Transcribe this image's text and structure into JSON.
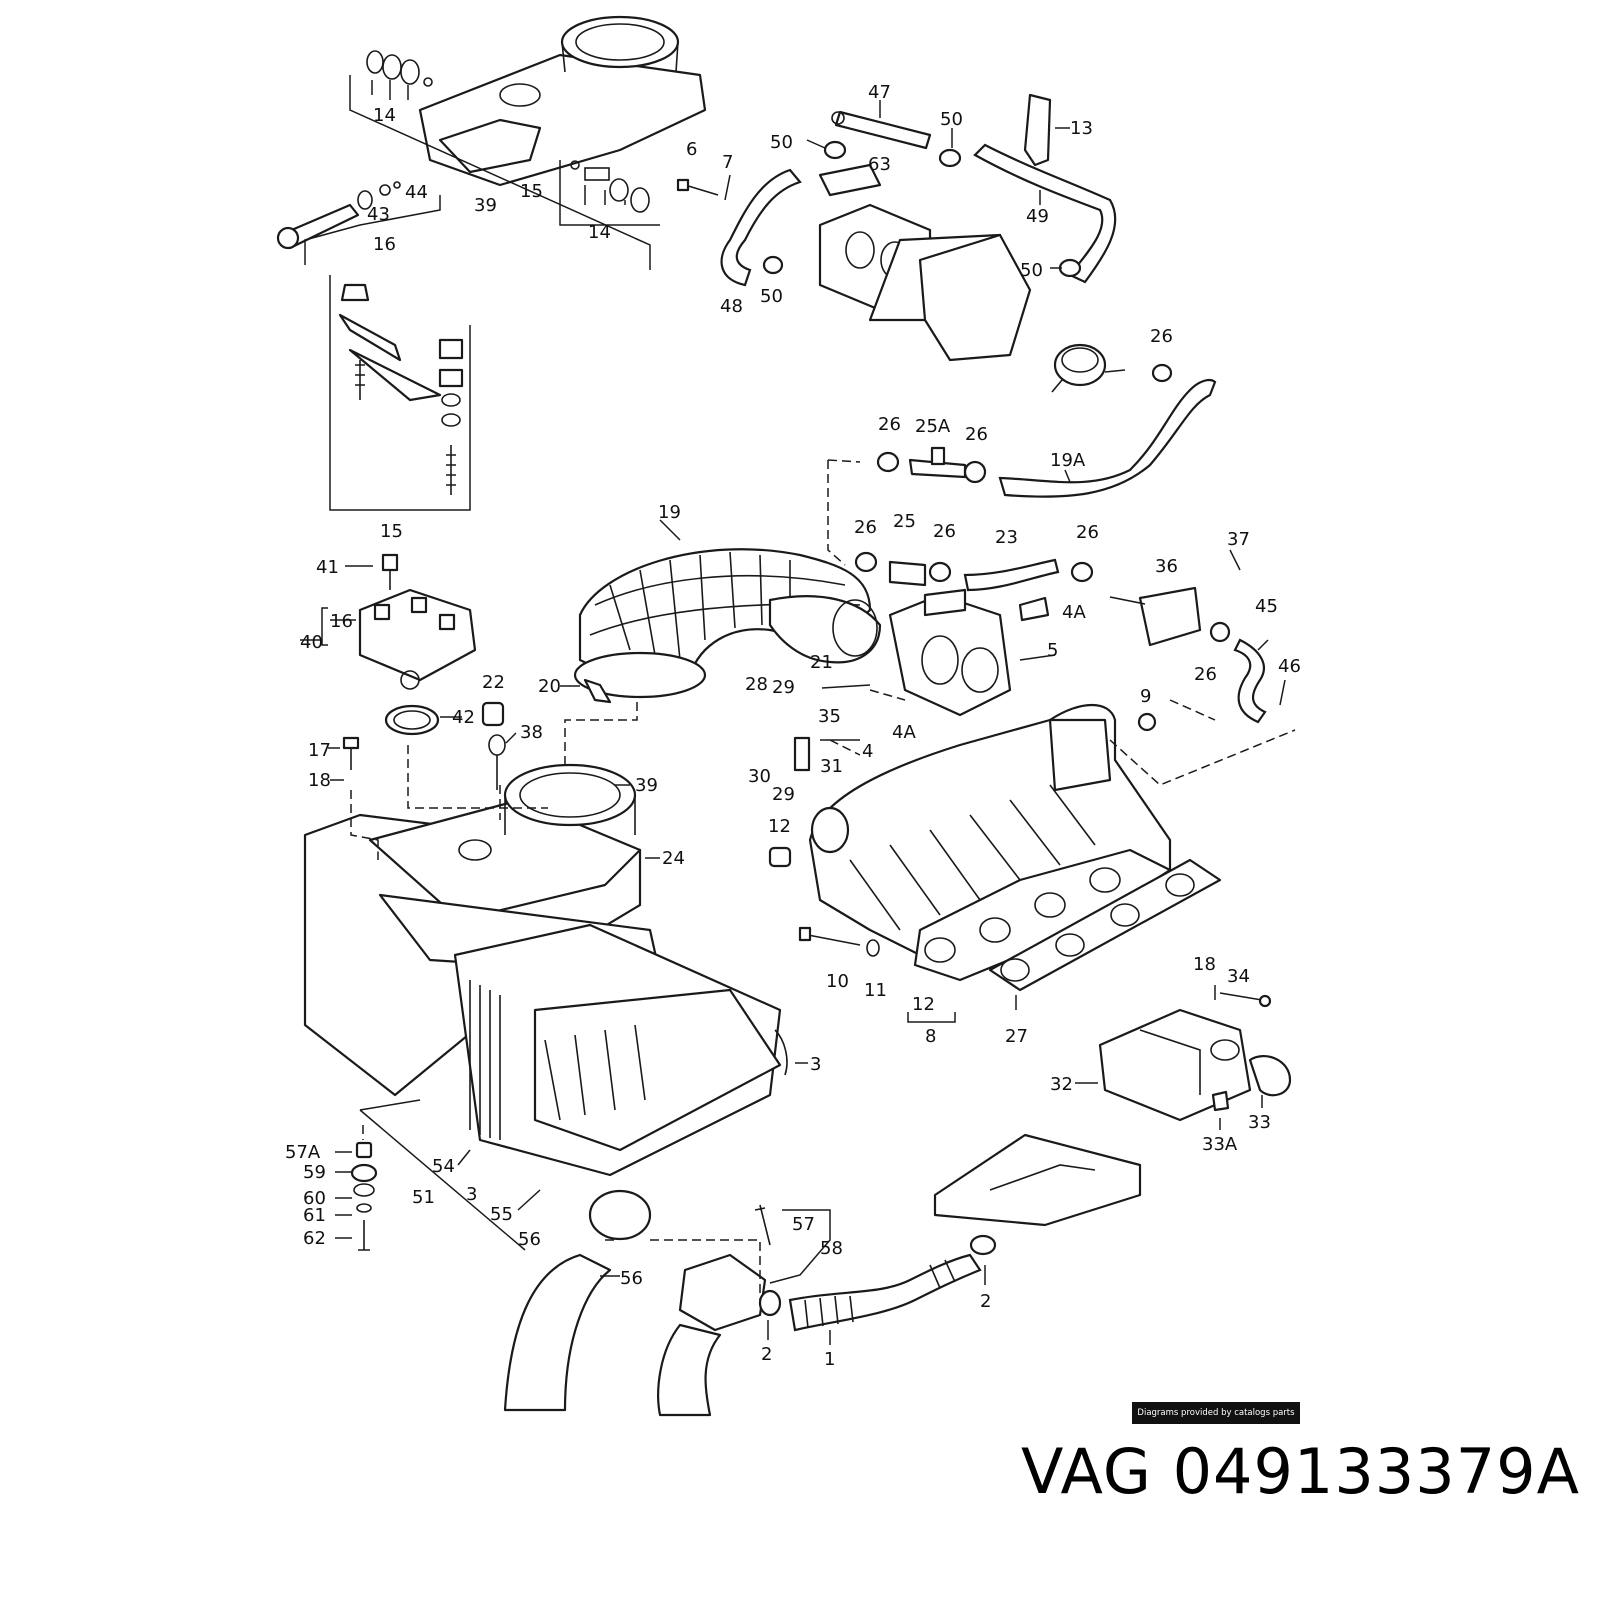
{
  "callouts": [
    {
      "id": "c14a",
      "text": "14"
    },
    {
      "id": "c39a",
      "text": "39"
    },
    {
      "id": "c15a",
      "text": "15"
    },
    {
      "id": "c14b",
      "text": "14"
    },
    {
      "id": "c44",
      "text": "44"
    },
    {
      "id": "c43",
      "text": "43"
    },
    {
      "id": "c16a",
      "text": "16"
    },
    {
      "id": "c15b",
      "text": "15"
    },
    {
      "id": "c41",
      "text": "41"
    },
    {
      "id": "c16b",
      "text": "16"
    },
    {
      "id": "c40",
      "text": "40"
    },
    {
      "id": "c42",
      "text": "42"
    },
    {
      "id": "c22",
      "text": "22"
    },
    {
      "id": "c38",
      "text": "38"
    },
    {
      "id": "c17",
      "text": "17"
    },
    {
      "id": "c18a",
      "text": "18"
    },
    {
      "id": "c39b",
      "text": "39"
    },
    {
      "id": "c24",
      "text": "24"
    },
    {
      "id": "c20",
      "text": "20"
    },
    {
      "id": "c19",
      "text": "19"
    },
    {
      "id": "c21",
      "text": "21"
    },
    {
      "id": "c47",
      "text": "47"
    },
    {
      "id": "c50a",
      "text": "50"
    },
    {
      "id": "c50b",
      "text": "50"
    },
    {
      "id": "c6",
      "text": "6"
    },
    {
      "id": "c7",
      "text": "7"
    },
    {
      "id": "c63",
      "text": "63"
    },
    {
      "id": "c13",
      "text": "13"
    },
    {
      "id": "c49",
      "text": "49"
    },
    {
      "id": "c50c",
      "text": "50"
    },
    {
      "id": "c48",
      "text": "48"
    },
    {
      "id": "c50d",
      "text": "50"
    },
    {
      "id": "c26a",
      "text": "26"
    },
    {
      "id": "c26b",
      "text": "26"
    },
    {
      "id": "c25A",
      "text": "25A"
    },
    {
      "id": "c26c",
      "text": "26"
    },
    {
      "id": "c19A",
      "text": "19A"
    },
    {
      "id": "c26d",
      "text": "26"
    },
    {
      "id": "c25",
      "text": "25"
    },
    {
      "id": "c26e",
      "text": "26"
    },
    {
      "id": "c23",
      "text": "23"
    },
    {
      "id": "c26f",
      "text": "26"
    },
    {
      "id": "c37",
      "text": "37"
    },
    {
      "id": "c36",
      "text": "36"
    },
    {
      "id": "c45",
      "text": "45"
    },
    {
      "id": "c4Aa",
      "text": "4A"
    },
    {
      "id": "c5",
      "text": "5"
    },
    {
      "id": "c26g",
      "text": "26"
    },
    {
      "id": "c46",
      "text": "46"
    },
    {
      "id": "c28",
      "text": "28"
    },
    {
      "id": "c29a",
      "text": "29"
    },
    {
      "id": "c35",
      "text": "35"
    },
    {
      "id": "c4Ab",
      "text": "4A"
    },
    {
      "id": "c4",
      "text": "4"
    },
    {
      "id": "c9",
      "text": "9"
    },
    {
      "id": "c30",
      "text": "30"
    },
    {
      "id": "c31",
      "text": "31"
    },
    {
      "id": "c29b",
      "text": "29"
    },
    {
      "id": "c12a",
      "text": "12"
    },
    {
      "id": "c10",
      "text": "10"
    },
    {
      "id": "c11",
      "text": "11"
    },
    {
      "id": "c12b",
      "text": "12"
    },
    {
      "id": "c8",
      "text": "8"
    },
    {
      "id": "c27",
      "text": "27"
    },
    {
      "id": "c18b",
      "text": "18"
    },
    {
      "id": "c34",
      "text": "34"
    },
    {
      "id": "c3a",
      "text": "3"
    },
    {
      "id": "c32",
      "text": "32"
    },
    {
      "id": "c33",
      "text": "33"
    },
    {
      "id": "c33A",
      "text": "33A"
    },
    {
      "id": "c57A",
      "text": "57A"
    },
    {
      "id": "c59",
      "text": "59"
    },
    {
      "id": "c60",
      "text": "60"
    },
    {
      "id": "c61",
      "text": "61"
    },
    {
      "id": "c62",
      "text": "62"
    },
    {
      "id": "c54",
      "text": "54"
    },
    {
      "id": "c51",
      "text": "51"
    },
    {
      "id": "c3b",
      "text": "3"
    },
    {
      "id": "c55",
      "text": "55"
    },
    {
      "id": "c56a",
      "text": "56"
    },
    {
      "id": "c56b",
      "text": "56"
    },
    {
      "id": "c57",
      "text": "57"
    },
    {
      "id": "c58",
      "text": "58"
    },
    {
      "id": "c2a",
      "text": "2"
    },
    {
      "id": "c1",
      "text": "1"
    },
    {
      "id": "c2b",
      "text": "2"
    }
  ],
  "footer": {
    "credit": "Diagrams provided by catalogs parts",
    "part_number": "VAG 049133379A"
  }
}
